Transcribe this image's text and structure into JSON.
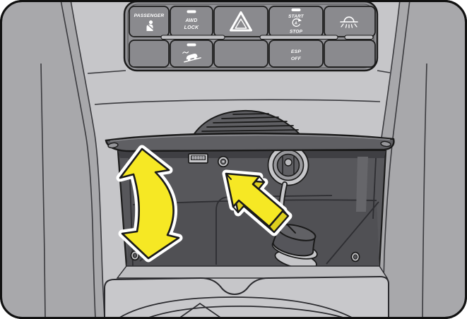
{
  "figure": {
    "subject": "vehicle-center-console-open-storage-compartment-illustration"
  },
  "switch_panel": {
    "buttons": {
      "passenger": {
        "label": "PASSENGER",
        "icon": "passenger-seatbelt-icon"
      },
      "awd_lock": {
        "line1": "AWD",
        "line2": "LOCK",
        "icon": "led-indicator"
      },
      "hazard": {
        "icon": "hazard-warning-triangle-icon"
      },
      "start_stop": {
        "line1": "START",
        "line2": "STOP",
        "center_letter": "A",
        "icon": "auto-start-stop-icon"
      },
      "interior_light": {
        "icon": "interior-light-icon"
      },
      "hill_descent": {
        "icon": "hill-descent-control-icon"
      },
      "esp_off": {
        "line1": "ESP",
        "line2": "OFF"
      }
    }
  },
  "compartment": {
    "features": [
      "usb-port",
      "aux-round-jack",
      "12v-power-outlet",
      "tethered-outlet-cap",
      "mounting-screws"
    ]
  },
  "annotations": {
    "curved_arrow": "lid-open-close-motion-arrow",
    "straight_arrow": "power-outlet-pointer-arrow"
  },
  "colors": {
    "arrow_yellow": "#f6e824",
    "arrow_yellow_shade": "#ddcf1e",
    "console_base": "#a8a8ab",
    "console_light": "#c6c6c9",
    "panel_face": "#909094",
    "button_face": "#8a8a8e",
    "bin_interior": "#57575b",
    "bin_floor": "#505054",
    "lid_gray": "#5f5f63",
    "metal_light": "#c6c6c9",
    "icon_white": "#ffffff",
    "line_ink": "#1a1a1a"
  }
}
